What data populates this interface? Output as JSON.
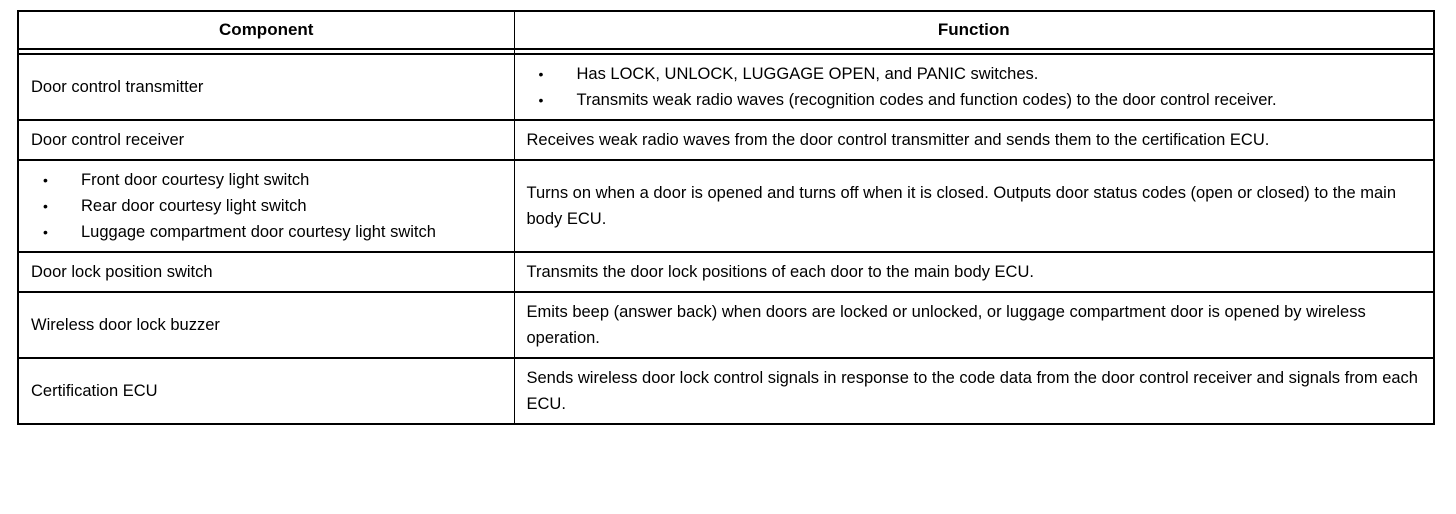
{
  "table": {
    "headers": {
      "component": "Component",
      "function": "Function"
    },
    "rows": [
      {
        "component": {
          "type": "text",
          "text": "Door control transmitter"
        },
        "function": {
          "type": "bullets",
          "items": [
            "Has LOCK, UNLOCK, LUGGAGE OPEN, and PANIC switches.",
            "Transmits weak radio waves (recognition codes and function codes) to the door control receiver."
          ]
        }
      },
      {
        "component": {
          "type": "text",
          "text": "Door control receiver"
        },
        "function": {
          "type": "text",
          "text": "Receives weak radio waves from the door control transmitter and sends them to the certification ECU."
        }
      },
      {
        "component": {
          "type": "bullets",
          "items": [
            "Front door courtesy light switch",
            "Rear door courtesy light switch",
            "Luggage compartment door courtesy light switch"
          ]
        },
        "function": {
          "type": "text",
          "text": "Turns on when a door is opened and turns off when it is closed. Outputs door status codes (open or closed) to the main body ECU."
        }
      },
      {
        "component": {
          "type": "text",
          "text": "Door lock position switch"
        },
        "function": {
          "type": "text",
          "text": "Transmits the door lock positions of each door to the main body ECU."
        }
      },
      {
        "component": {
          "type": "text",
          "text": "Wireless door lock buzzer"
        },
        "function": {
          "type": "text",
          "text": "Emits beep (answer back) when doors are locked or unlocked, or luggage compartment door is opened by wireless operation."
        }
      },
      {
        "component": {
          "type": "text",
          "text": "Certification ECU"
        },
        "function": {
          "type": "text",
          "text": "Sends wireless door lock control signals in response to the code data from the door control receiver and signals from each ECU."
        }
      }
    ],
    "colors": {
      "border": "#000000",
      "text": "#000000",
      "background": "#ffffff"
    }
  }
}
